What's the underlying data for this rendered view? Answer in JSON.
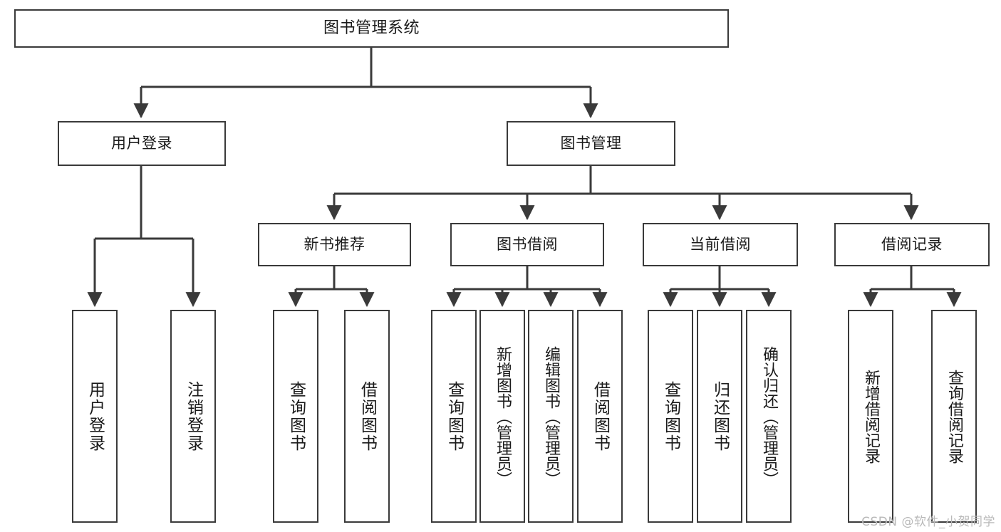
{
  "diagram": {
    "type": "tree",
    "title": "图书管理系统",
    "watermark": "CSDN @软件_小贺同学",
    "colors": {
      "box_border": "#3a3a3a",
      "box_fill": "#ffffff",
      "edge": "#3a3a3a",
      "text": "#1a1a1a",
      "watermark": "#b9b9b9"
    },
    "nodes": {
      "root": {
        "label": "图书管理系统"
      },
      "level2": [
        {
          "label": "用户登录"
        },
        {
          "label": "图书管理"
        }
      ],
      "level3": [
        {
          "label": "新书推荐"
        },
        {
          "label": "图书借阅"
        },
        {
          "label": "当前借阅"
        },
        {
          "label": "借阅记录"
        }
      ],
      "leaves": {
        "user_login": [
          {
            "label": "用户登录"
          },
          {
            "label": "注销登录"
          }
        ],
        "new_book_recommend": [
          {
            "label": "查询图书"
          },
          {
            "label": "借阅图书"
          }
        ],
        "book_borrow": [
          {
            "label": "查询图书"
          },
          {
            "label": "新增图书（管理员）"
          },
          {
            "label": "编辑图书（管理员）"
          },
          {
            "label": "借阅图书"
          }
        ],
        "current_borrow": [
          {
            "label": "查询图书"
          },
          {
            "label": "归还图书"
          },
          {
            "label": "确认归还（管理员）"
          }
        ],
        "borrow_record": [
          {
            "label": "新增借阅记录"
          },
          {
            "label": "查询借阅记录"
          }
        ]
      }
    }
  }
}
